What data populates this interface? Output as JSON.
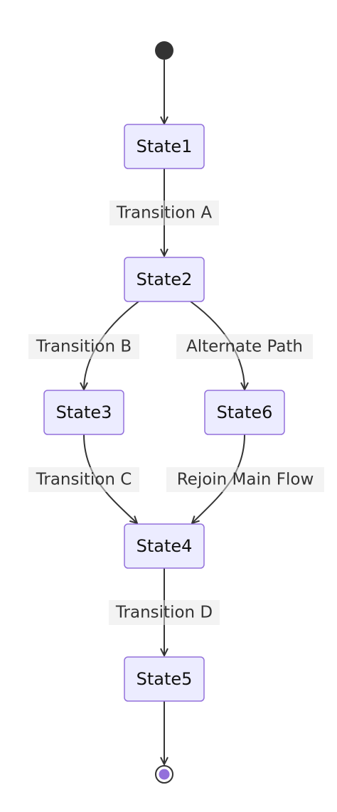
{
  "diagram": {
    "type": "state-diagram",
    "states": {
      "s1": "State1",
      "s2": "State2",
      "s3": "State3",
      "s4": "State4",
      "s5": "State5",
      "s6": "State6"
    },
    "transitions": {
      "a": "Transition A",
      "b": "Transition B",
      "c": "Transition C",
      "d": "Transition D",
      "alt": "Alternate Path",
      "rejoin": "Rejoin Main Flow"
    },
    "colors": {
      "state_fill": "#ECECFF",
      "state_border": "#9370DB",
      "edge": "#333333",
      "start_node": "#333333",
      "end_node_inner": "#9370DB"
    }
  }
}
